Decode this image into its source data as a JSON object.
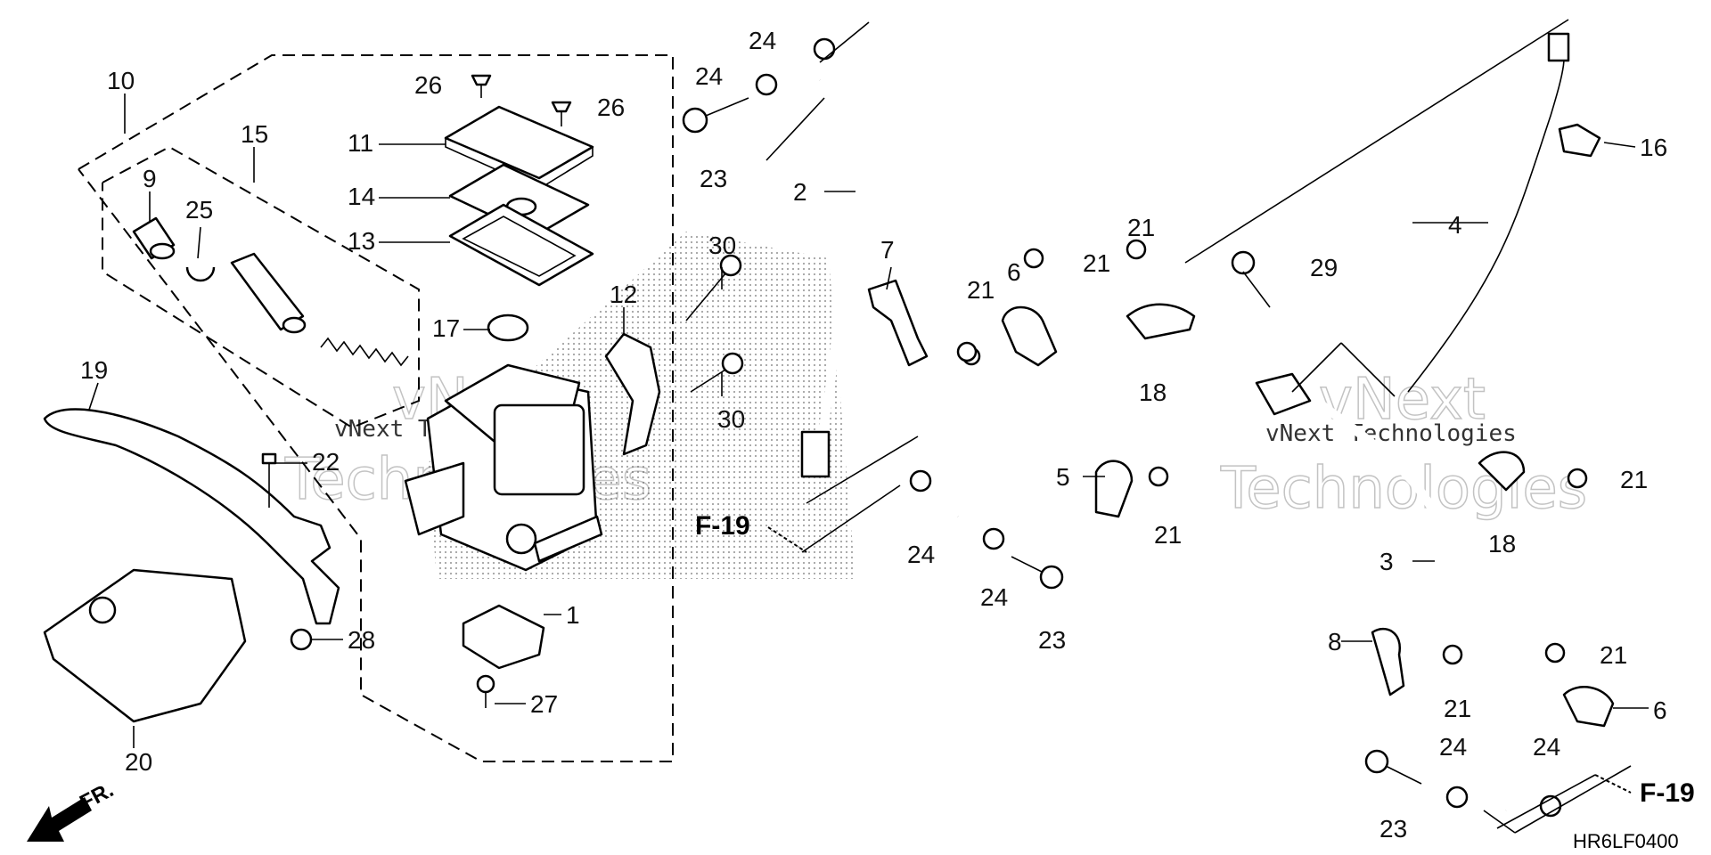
{
  "diagram": {
    "code": "HR6LF0400",
    "front_marker": "FR.",
    "ref_label": "F-19",
    "watermark_text_1": "vNext",
    "watermark_text_2": "Technologies",
    "watermark_inline": "vNext Technologies"
  },
  "callouts": {
    "c1": "1",
    "c2": "2",
    "c3": "3",
    "c4": "4",
    "c5": "5",
    "c6a": "6",
    "c6b": "6",
    "c7": "7",
    "c8": "8",
    "c9": "9",
    "c10": "10",
    "c11": "11",
    "c12": "12",
    "c13": "13",
    "c14": "14",
    "c15": "15",
    "c16": "16",
    "c17": "17",
    "c18a": "18",
    "c18b": "18",
    "c19": "19",
    "c20": "20",
    "c21a": "21",
    "c21b": "21",
    "c21c": "21",
    "c21d": "21",
    "c21e": "21",
    "c21f": "21",
    "c21g": "21",
    "c22": "22",
    "c23a": "23",
    "c23b": "23",
    "c23c": "23",
    "c24a": "24",
    "c24b": "24",
    "c24c": "24",
    "c24d": "24",
    "c24e": "24",
    "c24f": "24",
    "c25": "25",
    "c26a": "26",
    "c26b": "26",
    "c27": "27",
    "c28": "28",
    "c29": "29",
    "c30a": "30",
    "c30b": "30"
  },
  "icons": {
    "front_arrow": "front-direction-arrow-icon",
    "ref_arrow": "reference-arrow-icon"
  }
}
